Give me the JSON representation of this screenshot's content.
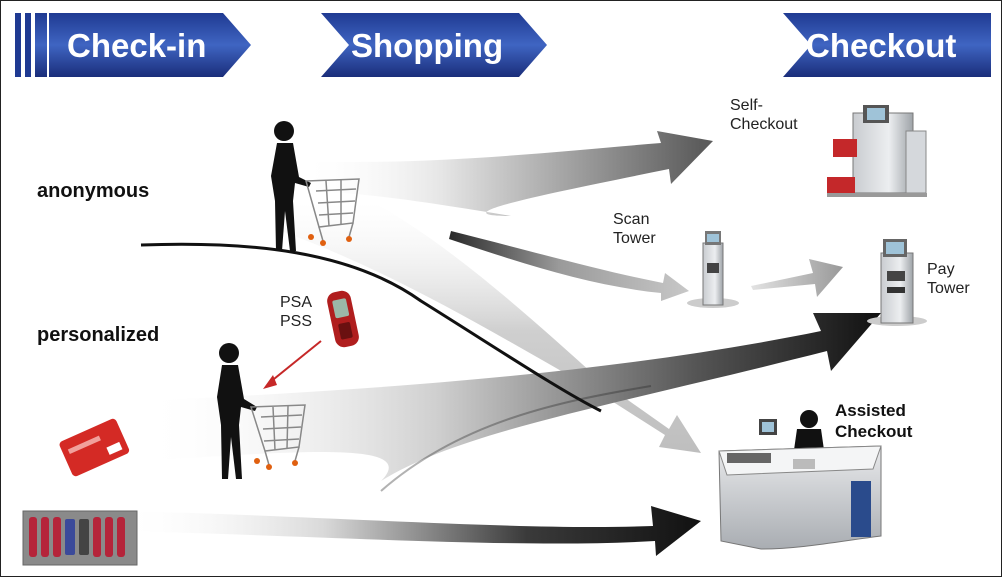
{
  "header": {
    "stages": [
      "Check-in",
      "Shopping",
      "Checkout"
    ]
  },
  "rows": {
    "anonymous": "anonymous",
    "personalized": "personalized"
  },
  "labels": {
    "self_checkout_line1": "Self-",
    "self_checkout_line2": "Checkout",
    "scan_tower_line1": "Scan",
    "scan_tower_line2": "Tower",
    "pay_tower_line1": "Pay",
    "pay_tower_line2": "Tower",
    "assisted_line1": "Assisted",
    "assisted_line2": "Checkout",
    "psa": "PSA",
    "pss": "PSS"
  },
  "colors": {
    "chevron_dark": "#1a2d7a",
    "chevron_light": "#3f65c2",
    "arrow_dark": "#111111",
    "arrow_light": "#d8d8d8",
    "card_red": "#d42a25"
  }
}
